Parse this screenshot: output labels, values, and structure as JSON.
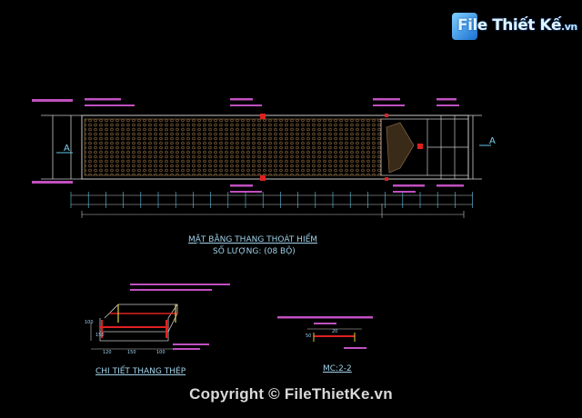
{
  "logo": {
    "brand": "File Thiết Kế",
    "tld": ".vn"
  },
  "plan": {
    "title": "MẶT BẰNG THANG THOÁT HIỂM",
    "quantity": "SỐ LƯỢNG:  (08 BỘ)",
    "section_marks": [
      "A",
      "A"
    ]
  },
  "detail_steel": {
    "title": "CHI TIẾT THANG THÉP",
    "dims": [
      "100",
      "120",
      "150",
      "100",
      "150"
    ]
  },
  "section_22": {
    "title": "MC:2-2",
    "dims": [
      "20",
      "50"
    ]
  },
  "footer": {
    "copyright": "Copyright © FileThietKe.vn"
  },
  "colors": {
    "background": "#000000",
    "lines": "#c8c8c8",
    "hatch": "#8a6a40",
    "red": "#e02020",
    "cyan": "#5fc8e8",
    "magenta": "#c050c0",
    "yellow": "#e0d040"
  }
}
